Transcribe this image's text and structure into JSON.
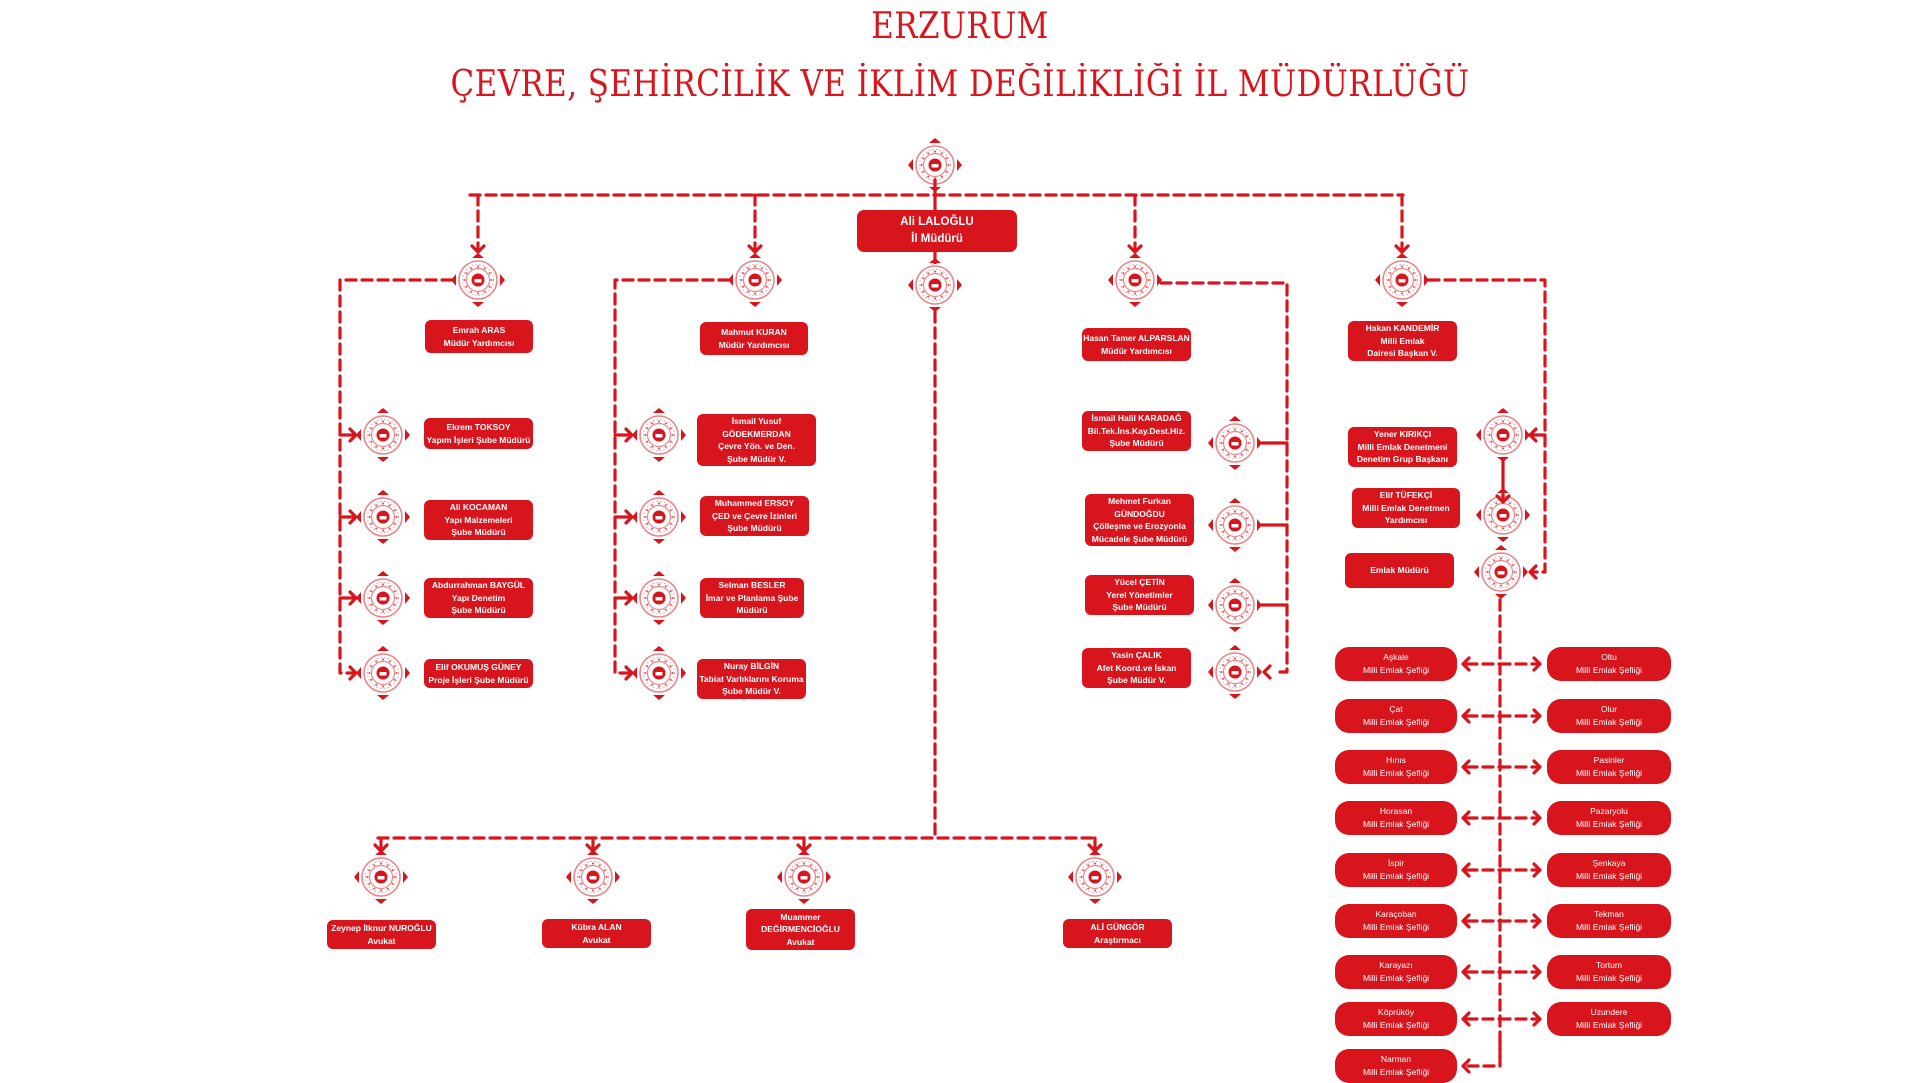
{
  "header": {
    "title": "ERZURUM",
    "subtitle": "ÇEVRE, ŞEHİRCİLİK VE İKLİM DEĞİLİKLİĞİ İL MÜDÜRLÜĞÜ"
  },
  "colors": {
    "accent": "#d8141c",
    "background": "#ffffff",
    "text_on_accent": "#ffffff"
  },
  "icons": {
    "seal": "ministry-seal-icon",
    "arrow": "arrow-head-icon"
  },
  "director": {
    "name": "Ali LALOĞLU",
    "title": "İl Müdürü"
  },
  "columns": [
    {
      "head": {
        "lines": [
          "Emrah ARAS",
          "Müdür Yardımcısı"
        ]
      },
      "children": [
        {
          "lines": [
            "Ekrem TOKSOY",
            "Yapım İşleri Şube Müdürü"
          ]
        },
        {
          "lines": [
            "Ali KOCAMAN",
            "Yapı Malzemeleri",
            "Şube Müdürü"
          ]
        },
        {
          "lines": [
            "Abdurrahman BAYGÜL",
            "Yapı Denetim",
            "Şube Müdürü"
          ]
        },
        {
          "lines": [
            "Elif OKUMUŞ GÜNEY",
            "Proje İşleri Şube Müdürü"
          ]
        }
      ]
    },
    {
      "head": {
        "lines": [
          "Mahmut KURAN",
          "Müdür Yardımcısı"
        ]
      },
      "children": [
        {
          "lines": [
            "İsmail Yusuf",
            "GÖDEKMERDAN",
            "Çevre Yön. ve Den.",
            "Şube Müdür V."
          ]
        },
        {
          "lines": [
            "Muhammed ERSOY",
            "ÇED ve Çevre İzinleri",
            "Şube Müdürü"
          ]
        },
        {
          "lines": [
            "Selman BESLER",
            "İmar ve Planlama Şube",
            "Müdürü"
          ]
        },
        {
          "lines": [
            "Nuray BİLGİN",
            "Tabiat Varlıklarını Koruma",
            "Şube Müdür V."
          ]
        }
      ]
    },
    {
      "head": {
        "lines": [
          "Hasan Tamer ALPARSLAN",
          "Müdür Yardımcısı"
        ]
      },
      "children": [
        {
          "lines": [
            "İsmail Halil KARADAĞ",
            "Bil.Tek.İns.Kay.Dest.Hiz.",
            "Şube Müdürü"
          ]
        },
        {
          "lines": [
            "Mehmet Furkan",
            "GÜNDOĞDU",
            "Çölleşme ve Erozyonla",
            "Mücadele Şube Müdürü"
          ]
        },
        {
          "lines": [
            "Yücel ÇETİN",
            "Yerel Yönetimler",
            "Şube Müdürü"
          ]
        },
        {
          "lines": [
            "Yasin ÇALIK",
            "Afet Koord.ve İskan",
            "Şube Müdür V."
          ]
        }
      ]
    },
    {
      "head": {
        "lines": [
          "Hakan KANDEMİR",
          "Milli Emlak",
          "Dairesi Başkan V."
        ]
      },
      "children": [
        {
          "lines": [
            "Yener KIRIKÇI",
            "Milli Emlak Denetmeni",
            "Denetim Grup Başkanı"
          ]
        },
        {
          "lines": [
            "Elif TÜFEKÇİ",
            "Milli Emlak Denetmen",
            "Yardımcısı"
          ]
        },
        {
          "lines": [
            "Emlak Müdürü"
          ]
        }
      ]
    }
  ],
  "staff": [
    {
      "lines": [
        "Zeynep İlknur NUROĞLU",
        "Avukat"
      ]
    },
    {
      "lines": [
        "Kübra ALAN",
        "Avukat"
      ]
    },
    {
      "lines": [
        "Muammer",
        "DEĞİRMENCİOĞLU",
        "Avukat"
      ]
    },
    {
      "lines": [
        "ALİ GÜNGÖR",
        "Araştırmacı"
      ]
    }
  ],
  "emlak_offices": {
    "suffix": "Milli Emlak Şefliği",
    "left": [
      "Aşkale",
      "Çat",
      "Hınıs",
      "Horasan",
      "İspir",
      "Karaçoban",
      "Karayazı",
      "Köprüköy",
      "Narman"
    ],
    "right": [
      "Oltu",
      "Olur",
      "Pasinler",
      "Pazaryolu",
      "Şenkaya",
      "Tekman",
      "Tortum",
      "Uzundere"
    ]
  }
}
